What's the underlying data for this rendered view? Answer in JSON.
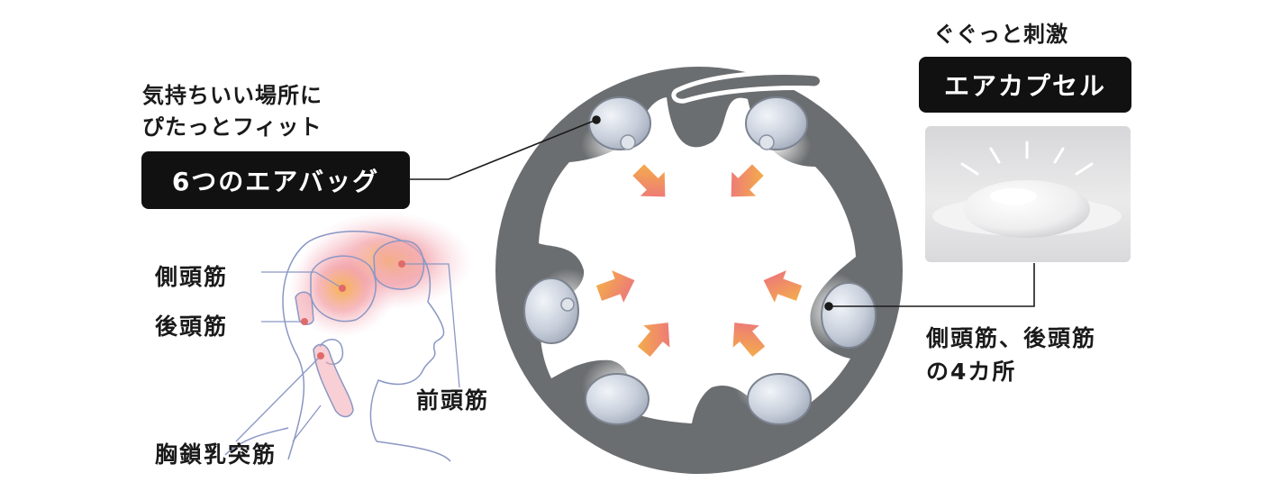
{
  "left": {
    "lead_line1": "気持ちいい場所に",
    "lead_line2": "ぴたっとフィット",
    "badge": "6つのエアバッグ"
  },
  "muscles": {
    "temporal": "側頭筋",
    "occipital": "後頭筋",
    "frontal": "前頭筋",
    "scm": "胸鎖乳突筋"
  },
  "right": {
    "lead": "ぐぐっと刺激",
    "badge": "エアカプセル",
    "caption_line1": "側頭筋、後頭筋",
    "caption_line2": "の4カ所"
  },
  "colors": {
    "ring": "#6b6e70",
    "airbag": "#c9cfd9",
    "arrow_start": "#f0a236",
    "arrow_end": "#ea6a82",
    "muscle_fill": "#f2a8a8",
    "outline": "#8a97c4"
  }
}
